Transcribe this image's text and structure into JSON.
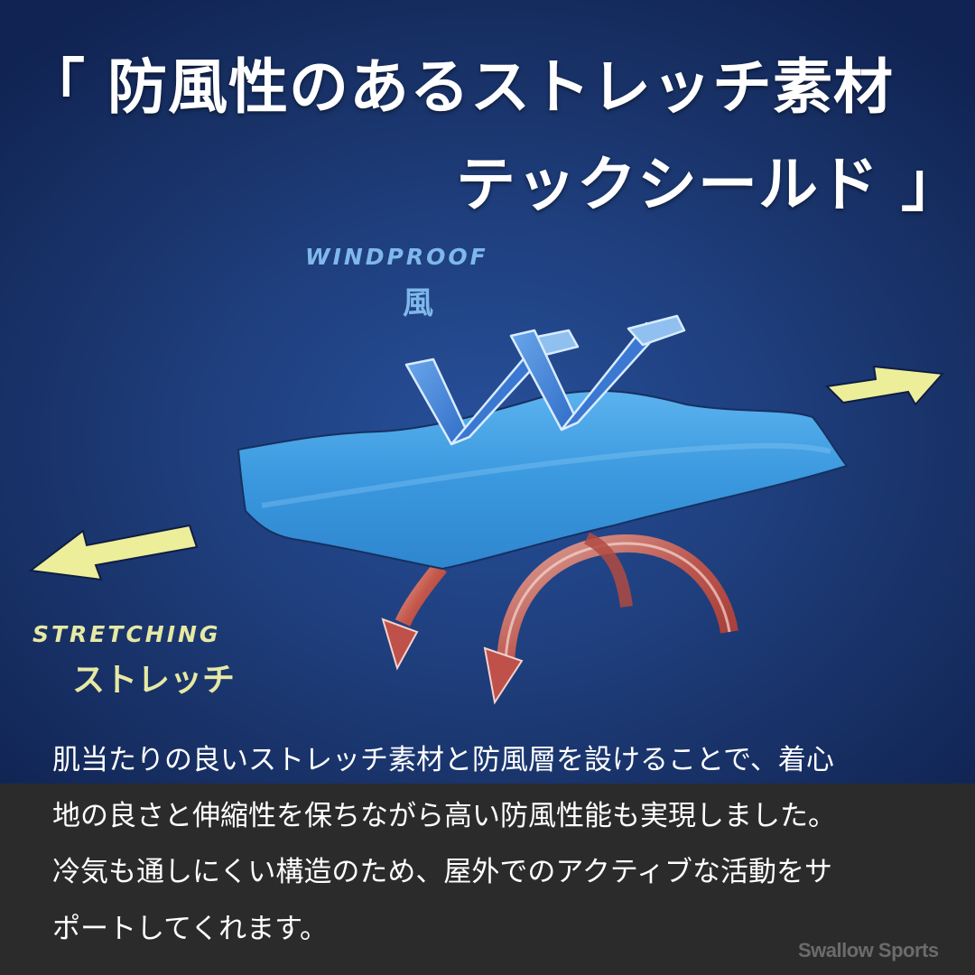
{
  "headline": {
    "line1": "「 防風性のあるストレッチ素材",
    "line2": "テックシールド 」"
  },
  "diagram": {
    "windproof_label_en": "WINDPROOF",
    "windproof_label_jp": "風",
    "stretching_label_en": "STRETCHING",
    "stretching_label_jp": "ストレッチ",
    "icons": [
      "fabric-layer",
      "wind-deflect-arrows",
      "stretch-arrow-left",
      "stretch-arrow-right",
      "heat-circulation-arrows"
    ],
    "colors": {
      "background": "#1f3f7e",
      "fabric": "#3d9be0",
      "wind_arrows": "#4a86d8",
      "stretch_arrows": "#ecee9a",
      "curved_arrows": "#c0504a",
      "windproof_text": "#7fb8ea",
      "stretching_text": "#e7e9a3"
    }
  },
  "description": {
    "lines": [
      "肌当たりの良いストレッチ素材と防風層を設けることで、着心",
      "地の良さと伸縮性を保ちながら高い防風性能も実現しました。",
      "冷気も通しにくい構造のため、屋外でのアクティブな活動をサ",
      "ポートしてくれます。"
    ]
  },
  "watermark": "Swallow Sports"
}
